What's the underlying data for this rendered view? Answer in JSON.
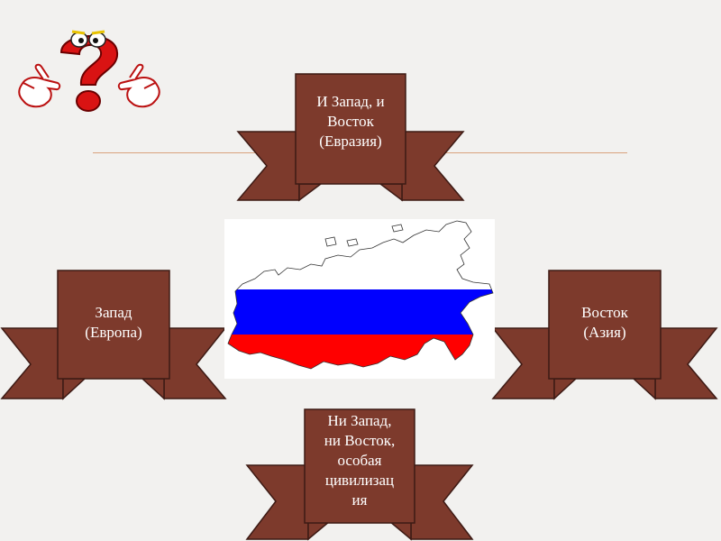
{
  "colors": {
    "background": "#f2f1ef",
    "banner_fill": "#7d3a2c",
    "banner_stroke": "#3d1a14",
    "banner_text": "#ffffff",
    "divider": "#d9a27d",
    "flag_white": "#ffffff",
    "flag_blue": "#0000ff",
    "flag_red": "#ff0000",
    "mascot_red": "#d91313"
  },
  "banners": {
    "top": {
      "text": "И Запад, и\nВосток\n(Евразия)"
    },
    "left": {
      "text": "Запад\n(Европа)"
    },
    "right": {
      "text": "Восток\n(Азия)"
    },
    "bottom": {
      "text": "Ни Запад,\nни Восток,\nособая\nцивилизац\nия"
    }
  },
  "map": {
    "description_icon": "russia-flag-map-icon"
  },
  "mascot": {
    "icon": "question-mark-mascot-icon"
  }
}
